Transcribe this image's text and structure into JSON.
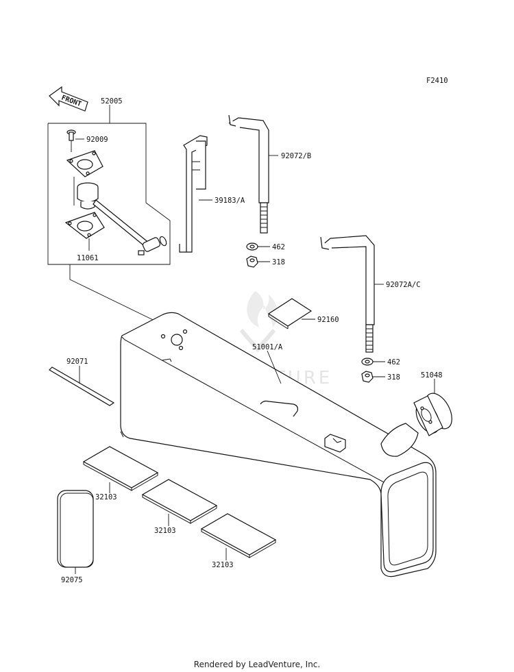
{
  "diagram_code": "F2410",
  "front_label": "FRONT",
  "watermark": "LEADVENTURE",
  "footer": "Rendered by LeadVenture, Inc.",
  "labels": {
    "p52005": "52005",
    "p92009": "92009",
    "p11061": "11061",
    "p39183a": "39183/A",
    "p92072b": "92072/B",
    "p462a": "462",
    "p318a": "318",
    "p92072ac": "92072A/C",
    "p92160": "92160",
    "p51001a": "51001/A",
    "p462b": "462",
    "p318b": "318",
    "p51048": "51048",
    "p92071": "92071",
    "p32103a": "32103",
    "p32103b": "32103",
    "p32103c": "32103",
    "p92075": "92075"
  }
}
